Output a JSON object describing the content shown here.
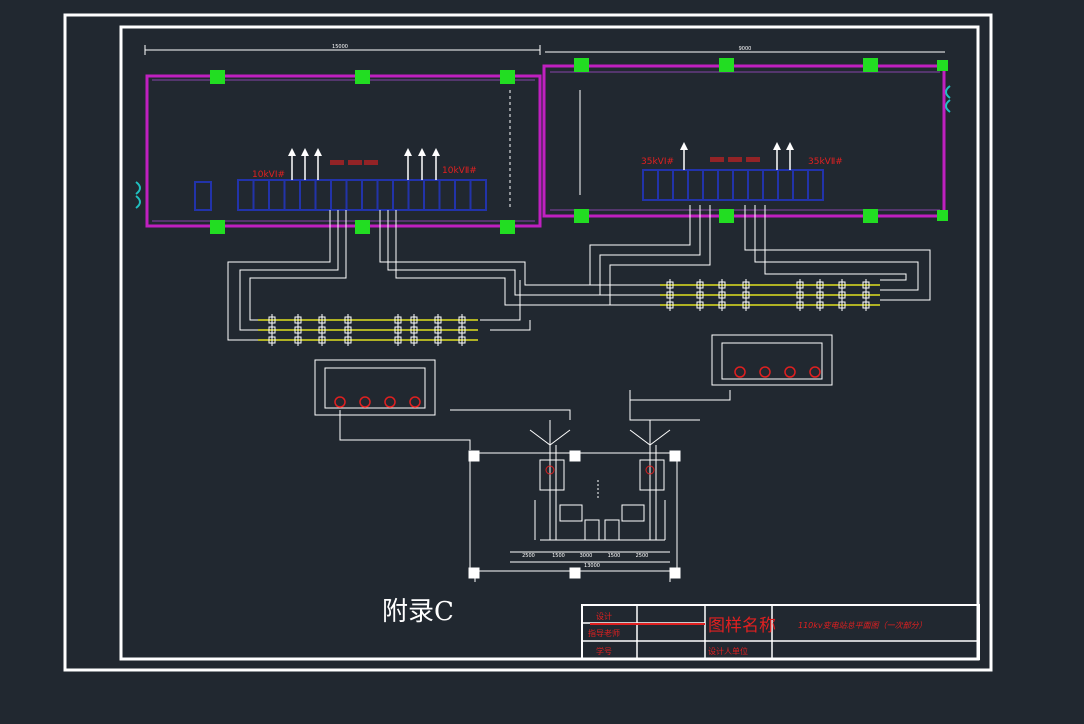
{
  "appendix_label": "附录C",
  "rooms": {
    "left_room": {
      "dim_top": "15000",
      "bus_left_label": "10kVⅠ#",
      "bus_right_label": "10kVⅡ#"
    },
    "right_room": {
      "dim_top": "9000",
      "bus_left_label": "35kVⅠ#",
      "bus_right_label": "35kVⅡ#"
    }
  },
  "yard_dims": {
    "segments": [
      "2500",
      "1500",
      "3000",
      "1500",
      "2500"
    ],
    "total": "13000"
  },
  "title_block": {
    "row1_label": "设计",
    "row2_label": "指导老师",
    "row3_label": "学号",
    "drawing_name_label": "图样名称",
    "drawing_name_value": "110kv变电站总平面图（一次部分）",
    "designer_label": "设计人单位"
  },
  "colors": {
    "background": "#212830",
    "frame": "#ffffff",
    "wall": "#c020c0",
    "column": "#22dd22",
    "cabinet": "#2233aa",
    "red_text": "#e02020",
    "busbar": "#e0e020",
    "door": "#20c0c0"
  }
}
